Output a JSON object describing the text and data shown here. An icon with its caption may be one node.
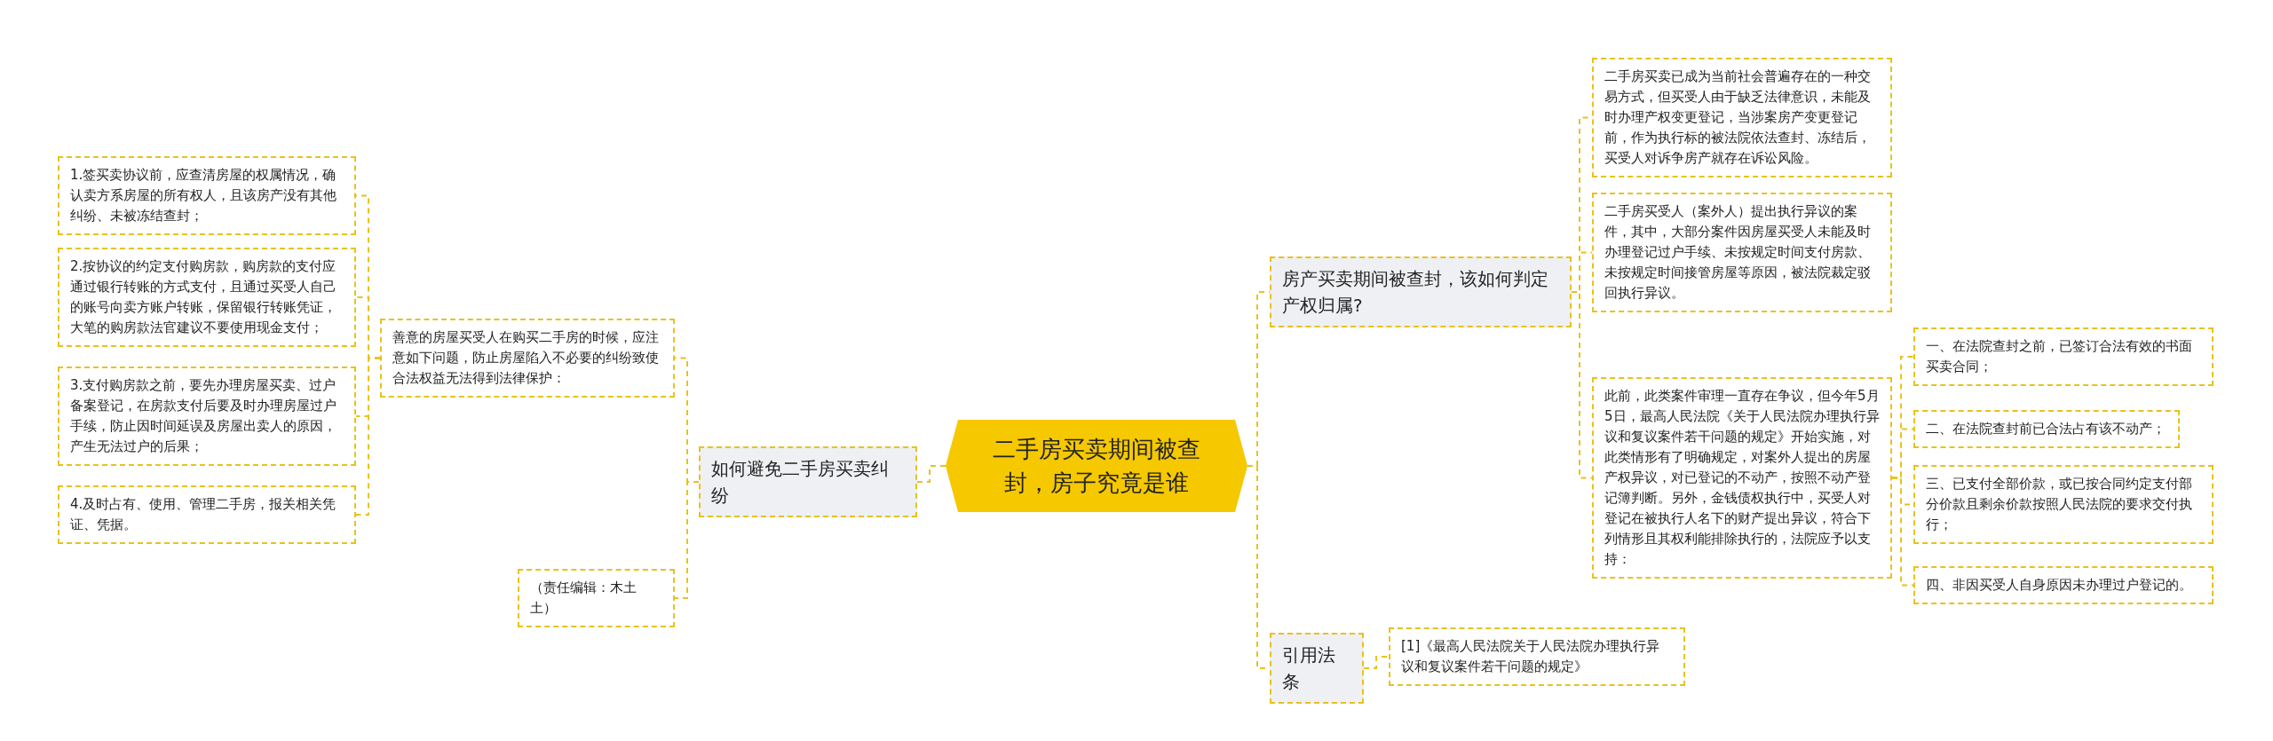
{
  "diagram": {
    "nodes": [
      {
        "text": [
          "二手房买卖期间被查封，房子究竟是谁"
        ]
      },
      {
        "text": [
          "房产买卖期间被查封，该如何判定产权归属?"
        ]
      },
      {
        "text": [
          "二手房买卖已成为当前社会普遍存在的一种交易方式，但买受人由于缺乏法律意识，未能及时办理产权变更登记，当涉案房产变更登记前，作为执行标的被法院依法查封、冻结后，买受人对诉争房产就存在诉讼风险。"
        ]
      },
      {
        "text": [
          "二手房买受人（案外人）提出执行异议的案件，其中，大部分案件因房屋买受人未能及时办理登记过户手续、未按规定时间支付房款、未按规定时间接管房屋等原因，被法院裁定驳回执行异议。"
        ]
      },
      {
        "text": [
          "此前，此类案件审理一直存在争议，但今年5月5日，最高人民法院《关于人民法院办理执行异议和复议案件若干问题的规定》开始实施，对此类情形有了明确规定，对案外人提出的房屋产权异议，对已登记的不动产，按照不动产登记簿判断。另外，金钱债权执行中，买受人对登记在被执行人名下的财产提出异议，符合下列情形且其权利能排除执行的，法院应予以支持："
        ]
      },
      {
        "text": [
          "一、在法院查封之前，已签订合法有效的书面买卖合同；"
        ]
      },
      {
        "text": [
          "二、在法院查封前已合法占有该不动产；"
        ]
      },
      {
        "text": [
          "三、已支付全部价款，或已按合同约定支付部分价款且剩余价款按照人民法院的要求交付执行；"
        ]
      },
      {
        "text": [
          "四、非因买受人自身原因未办理过户登记的。"
        ]
      },
      {
        "text": [
          "引用法条"
        ]
      },
      {
        "text": [
          "[1]《最高人民法院关于人民法院办理执行异议和复议案件若干问题的规定》"
        ]
      },
      {
        "text": [
          "如何避免二手房买卖纠纷"
        ]
      },
      {
        "text": [
          "善意的房屋买受人在购买二手房的时候，应注意如下问题，防止房屋陷入不必要的纠纷致使合法权益无法得到法律保护："
        ]
      },
      {
        "text": [
          "1.签买卖协议前，应查清房屋的权属情况，确认卖方系房屋的所有权人，且该房产没有其他纠纷、未被冻结查封；"
        ]
      },
      {
        "text": [
          "2.按协议的约定支付购房款，购房款的支付应通过银行转账的方式支付，且通过买受人自己的账号向卖方账户转账，保留银行转账凭证，大笔的购房款法官建议不要使用现金支付；"
        ]
      },
      {
        "text": [
          "3.支付购房款之前，要先办理房屋买卖、过户备案登记，在房款支付后要及时办理房屋过户手续，防止因时间延误及房屋出卖人的原因，产生无法过户的后果；"
        ]
      },
      {
        "text": [
          "4.及时占有、使用、管理二手房，报关相关凭证、凭据。"
        ]
      },
      {
        "text": [
          "（责任编辑：木土土）"
        ]
      }
    ],
    "edges": [
      {
        "from": 0,
        "to": 1,
        "arrow": "none"
      },
      {
        "from": 1,
        "to": 2,
        "arrow": "none"
      },
      {
        "from": 1,
        "to": 3,
        "arrow": "none"
      },
      {
        "from": 1,
        "to": 4,
        "arrow": "none"
      },
      {
        "from": 4,
        "to": 5,
        "arrow": "none"
      },
      {
        "from": 4,
        "to": 6,
        "arrow": "none"
      },
      {
        "from": 4,
        "to": 7,
        "arrow": "none"
      },
      {
        "from": 4,
        "to": 8,
        "arrow": "none"
      },
      {
        "from": 0,
        "to": 9,
        "arrow": "none"
      },
      {
        "from": 9,
        "to": 10,
        "arrow": "none"
      },
      {
        "from": 0,
        "to": 11,
        "arrow": "none"
      },
      {
        "from": 11,
        "to": 12,
        "arrow": "none"
      },
      {
        "from": 11,
        "to": 17,
        "arrow": "none"
      },
      {
        "from": 12,
        "to": 13,
        "arrow": "none"
      },
      {
        "from": 12,
        "to": 14,
        "arrow": "none"
      },
      {
        "from": 12,
        "to": 15,
        "arrow": "none"
      },
      {
        "from": 12,
        "to": 16,
        "arrow": "none"
      }
    ]
  }
}
